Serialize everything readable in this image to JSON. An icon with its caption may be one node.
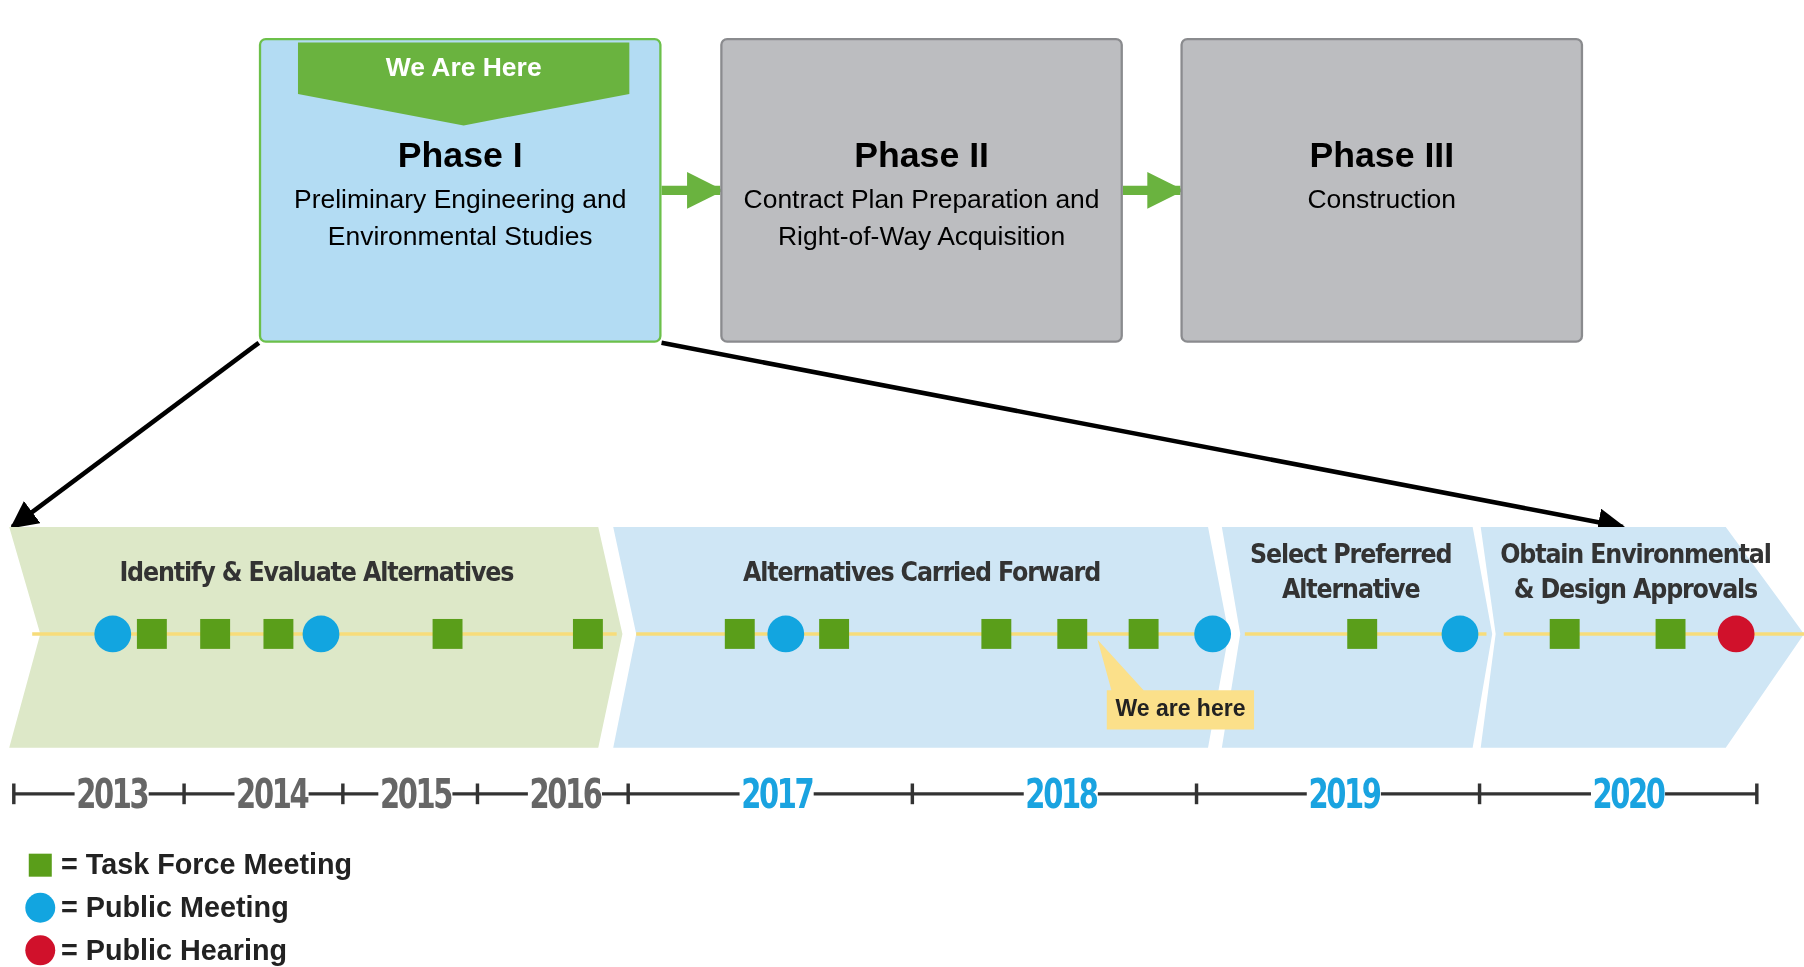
{
  "diagram": {
    "nodes": [
      {
        "text": [
          "Phase I",
          "Preliminary Engineering and Environmental Studies"
        ]
      },
      {
        "text": [
          "We Are Here"
        ],
        "in": 0
      },
      {
        "text": [
          "Phase II",
          "Contract Plan Preparation and Right-of-Way Acquisition"
        ]
      },
      {
        "text": [
          "Phase III",
          "Construction"
        ]
      },
      {
        "text": [
          "Identify & Evaluate Alternatives"
        ]
      },
      {
        "text": [],
        "shape": "circle",
        "in": 4
      },
      {
        "text": [],
        "shape": "box",
        "in": 4
      },
      {
        "text": [],
        "shape": "box",
        "in": 4
      },
      {
        "text": [],
        "shape": "box",
        "in": 4
      },
      {
        "text": [],
        "shape": "circle",
        "in": 4
      },
      {
        "text": [],
        "shape": "box",
        "in": 4
      },
      {
        "text": [],
        "shape": "box",
        "in": 4
      },
      {
        "text": [
          "Alternatives Carried Forward"
        ]
      },
      {
        "text": [],
        "shape": "box",
        "in": 12
      },
      {
        "text": [],
        "shape": "circle",
        "in": 12
      },
      {
        "text": [],
        "shape": "box",
        "in": 12
      },
      {
        "text": [],
        "shape": "box",
        "in": 12
      },
      {
        "text": [],
        "shape": "box",
        "in": 12
      },
      {
        "text": [],
        "shape": "box",
        "in": 12
      },
      {
        "text": [],
        "shape": "circle",
        "in": 12
      },
      {
        "text": [
          "We are here"
        ],
        "in": 12
      },
      {
        "text": [
          "Select Preferred Alternative"
        ]
      },
      {
        "text": [],
        "shape": "box",
        "in": 21
      },
      {
        "text": [],
        "shape": "circle",
        "in": 21
      },
      {
        "text": [
          "Obtain Environmental & Design Approvals"
        ]
      },
      {
        "text": [],
        "shape": "box",
        "in": 24
      },
      {
        "text": [],
        "shape": "box",
        "in": 24
      },
      {
        "text": [],
        "shape": "circle",
        "in": 24
      }
    ],
    "edges": [
      {
        "from": 0,
        "to": 2,
        "arrow": "to",
        "style": "thick",
        "color": "#6ab33f"
      },
      {
        "from": 2,
        "to": 3,
        "arrow": "to",
        "style": "thick",
        "color": "#6ab33f"
      },
      {
        "from": 0,
        "to": 4,
        "arrow": "to",
        "color": "#000000"
      },
      {
        "from": 0,
        "to": 24,
        "arrow": "to",
        "color": "#000000"
      }
    ],
    "labels": [
      "2013",
      "2014",
      "2015",
      "2016",
      "2017",
      "2018",
      "2019",
      "2020"
    ],
    "legend": [
      {
        "text": "= Task Force Meeting",
        "color": "#5a9e1a"
      },
      {
        "text": "= Public Meeting",
        "color": "#12a5e0"
      },
      {
        "text": "= Public Hearing",
        "color": "#d0112b"
      }
    ]
  }
}
